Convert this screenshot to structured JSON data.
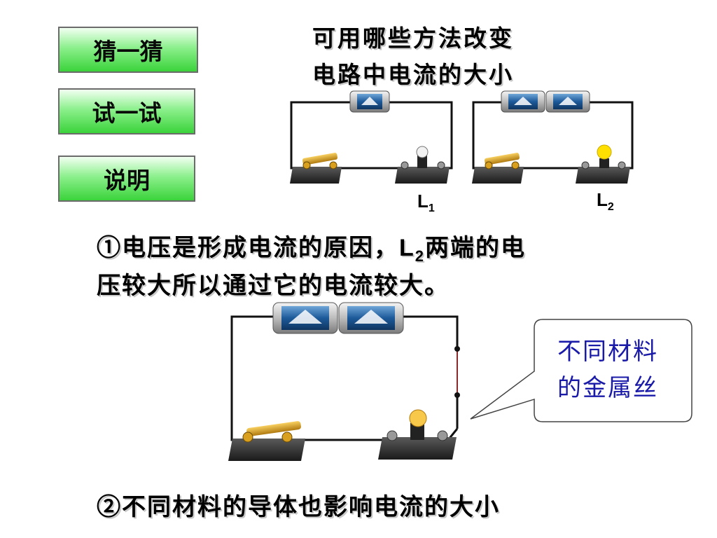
{
  "nav": {
    "guess_label": "猜一猜",
    "try_label": "试一试",
    "explain_label": "说明"
  },
  "question": {
    "line1": "可用哪些方法改变",
    "line2": "电路中电流的大小"
  },
  "circuit_labels": {
    "l1_main": "L",
    "l1_sub": "1",
    "l2_main": "L",
    "l2_sub": "2"
  },
  "explanation1": {
    "prefix": "①电压是形成电流的原因，",
    "latin": "L",
    "latin_sub": "2",
    "suffix": "两端的电",
    "line2": "压较大所以通过它的电流较大。"
  },
  "callout": {
    "line1": "不同材料",
    "line2": "的金属丝"
  },
  "explanation2": "②不同材料的导体也影响电流的大小",
  "colors": {
    "button_green": "#3bd33b",
    "bulb_yellow": "#ffe000",
    "bulb_orange": "#f8c84a",
    "callout_text": "#1a1aa8"
  }
}
